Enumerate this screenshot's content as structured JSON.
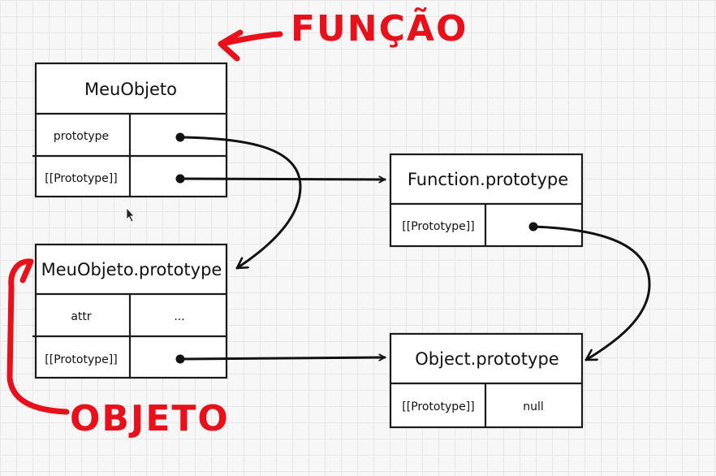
{
  "annotations": {
    "funcao": "FUNÇÃO",
    "objeto": "OBJETO"
  },
  "meu_objeto": {
    "title": "MeuObjeto",
    "rows": [
      {
        "key": "prototype",
        "value": ""
      },
      {
        "key": "[[Prototype]]",
        "value": ""
      }
    ]
  },
  "meu_objeto_prototype": {
    "title": "MeuObjeto.prototype",
    "rows": [
      {
        "key": "attr",
        "value": "..."
      },
      {
        "key": "[[Prototype]]",
        "value": ""
      }
    ]
  },
  "function_prototype": {
    "title": "Function.prototype",
    "rows": [
      {
        "key": "[[Prototype]]",
        "value": ""
      }
    ]
  },
  "object_prototype": {
    "title": "Object.prototype",
    "rows": [
      {
        "key": "[[Prototype]]",
        "value": "null"
      }
    ]
  },
  "colors": {
    "annotation": "#e8101a",
    "ink": "#111111"
  }
}
